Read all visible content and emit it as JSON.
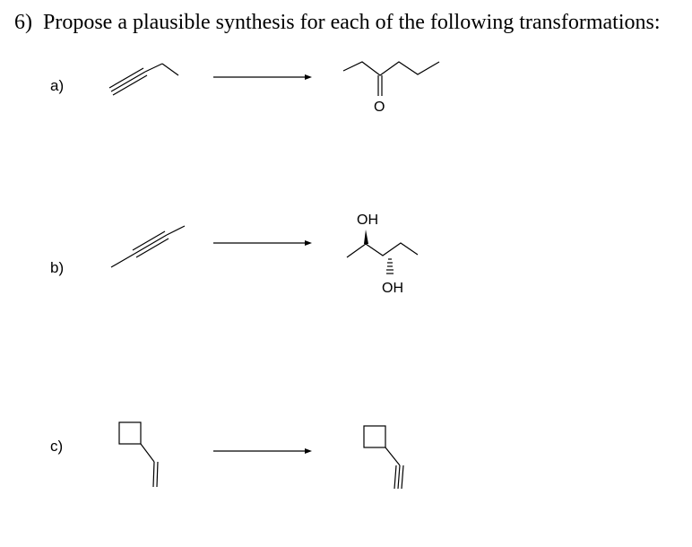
{
  "question": {
    "number": "6)",
    "text": "Propose a plausible synthesis for each of the following transformations:"
  },
  "parts": [
    {
      "label": "a)",
      "product_atoms": [
        "O"
      ]
    },
    {
      "label": "b)",
      "product_atoms": [
        "OH",
        "OH"
      ]
    },
    {
      "label": "c)",
      "product_atoms": []
    }
  ]
}
